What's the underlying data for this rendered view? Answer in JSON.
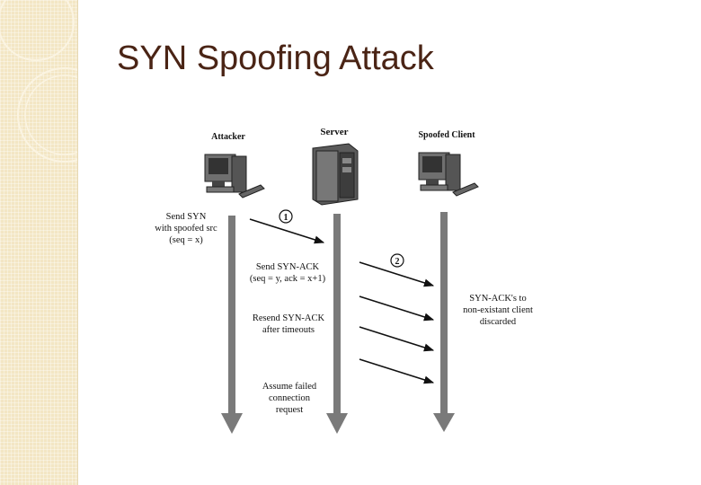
{
  "slide": {
    "title": "SYN Spoofing Attack"
  },
  "diagram": {
    "actors": {
      "attacker": "Attacker",
      "server": "Server",
      "client": "Spoofed Client"
    },
    "steps": {
      "one": "1",
      "two": "2"
    },
    "labels": {
      "send_syn": [
        "Send SYN",
        "with spoofed src",
        "(seq = x)"
      ],
      "send_synack": [
        "Send SYN-ACK",
        "(seq = y, ack = x+1)"
      ],
      "resend": [
        "Resend SYN-ACK",
        "after timeouts"
      ],
      "assume_failed": [
        "Assume failed",
        "connection",
        "request"
      ],
      "discarded": [
        "SYN-ACK's to",
        "non-existant client",
        "discarded"
      ]
    },
    "colors": {
      "timeline": "#7a7a7a",
      "arrow": "#111111",
      "title": "#4a2415",
      "sidebar": "#f3e6c4"
    }
  }
}
